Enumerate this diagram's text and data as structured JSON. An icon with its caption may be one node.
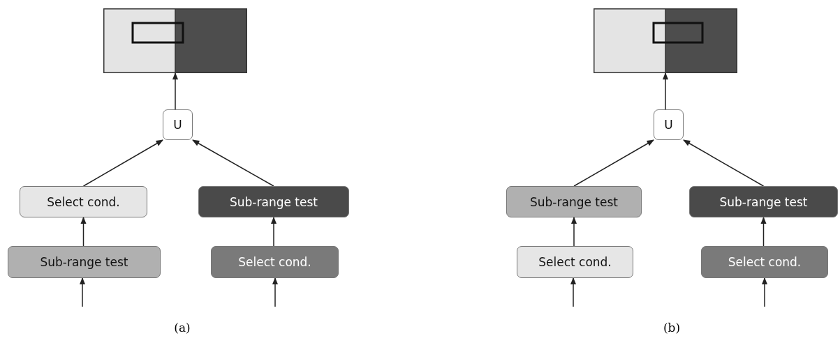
{
  "diagram": {
    "nodes": [
      {
        "text": [],
        "shape": "box"
      },
      {
        "text": [
          "U"
        ]
      },
      {
        "text": [
          "Select cond."
        ]
      },
      {
        "text": [
          "Sub-range test"
        ]
      },
      {
        "text": [
          "Sub-range test"
        ]
      },
      {
        "text": [
          "Select cond."
        ]
      },
      {
        "text": [],
        "shape": "box"
      },
      {
        "text": [
          "U"
        ]
      },
      {
        "text": [
          "Sub-range test"
        ]
      },
      {
        "text": [
          "Sub-range test"
        ]
      },
      {
        "text": [
          "Select cond."
        ]
      },
      {
        "text": [
          "Select cond."
        ]
      }
    ],
    "edges": [
      {
        "from": null,
        "to": 4,
        "arrow": "to"
      },
      {
        "from": null,
        "to": 5,
        "arrow": "to"
      },
      {
        "from": 4,
        "to": 2,
        "arrow": "to"
      },
      {
        "from": 5,
        "to": 3,
        "arrow": "to"
      },
      {
        "from": 2,
        "to": 1,
        "arrow": "to"
      },
      {
        "from": 3,
        "to": 1,
        "arrow": "to"
      },
      {
        "from": 1,
        "to": 0,
        "arrow": "to"
      },
      {
        "from": null,
        "to": 10,
        "arrow": "to"
      },
      {
        "from": null,
        "to": 11,
        "arrow": "to"
      },
      {
        "from": 10,
        "to": 8,
        "arrow": "to"
      },
      {
        "from": 11,
        "to": 9,
        "arrow": "to"
      },
      {
        "from": 8,
        "to": 7,
        "arrow": "to"
      },
      {
        "from": 9,
        "to": 7,
        "arrow": "to"
      },
      {
        "from": 7,
        "to": 6,
        "arrow": "to"
      }
    ],
    "labels": [
      "(a)",
      "(b)"
    ]
  }
}
